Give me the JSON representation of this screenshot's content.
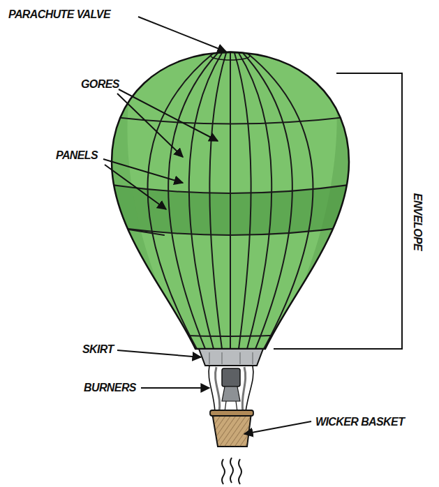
{
  "diagram": {
    "labels": [
      "PARACHUTE VALVE",
      "GORES",
      "PANELS",
      "ENVELOPE",
      "SKIRT",
      "BURNERS",
      "WICKER BASKET"
    ]
  }
}
